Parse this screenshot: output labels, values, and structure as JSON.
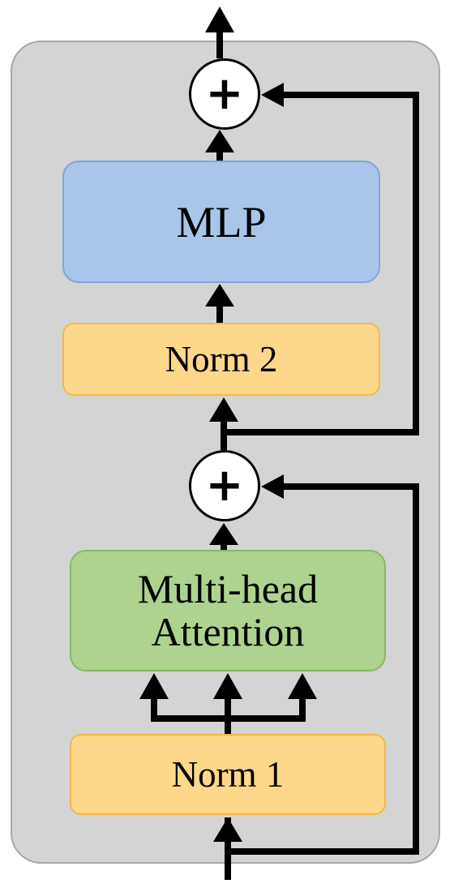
{
  "diagram": {
    "colors": {
      "panel_background": "#d4d4d4",
      "panel_border": "#a7a7a7",
      "mlp_fill": "#a9c6ea",
      "mlp_border": "#7fa4d6",
      "norm_fill": "#fdd88a",
      "norm_border": "#f2b84a",
      "attention_fill": "#add38f",
      "attention_border": "#85b863",
      "arrow": "#000000"
    },
    "blocks": {
      "mlp": {
        "label": "MLP"
      },
      "norm2": {
        "label": "Norm 2"
      },
      "attention": {
        "line1": "Multi-head",
        "line2": "Attention"
      },
      "norm1": {
        "label": "Norm 1"
      }
    },
    "add_nodes": {
      "top": {
        "symbol": "+"
      },
      "bottom": {
        "symbol": "+"
      }
    }
  }
}
